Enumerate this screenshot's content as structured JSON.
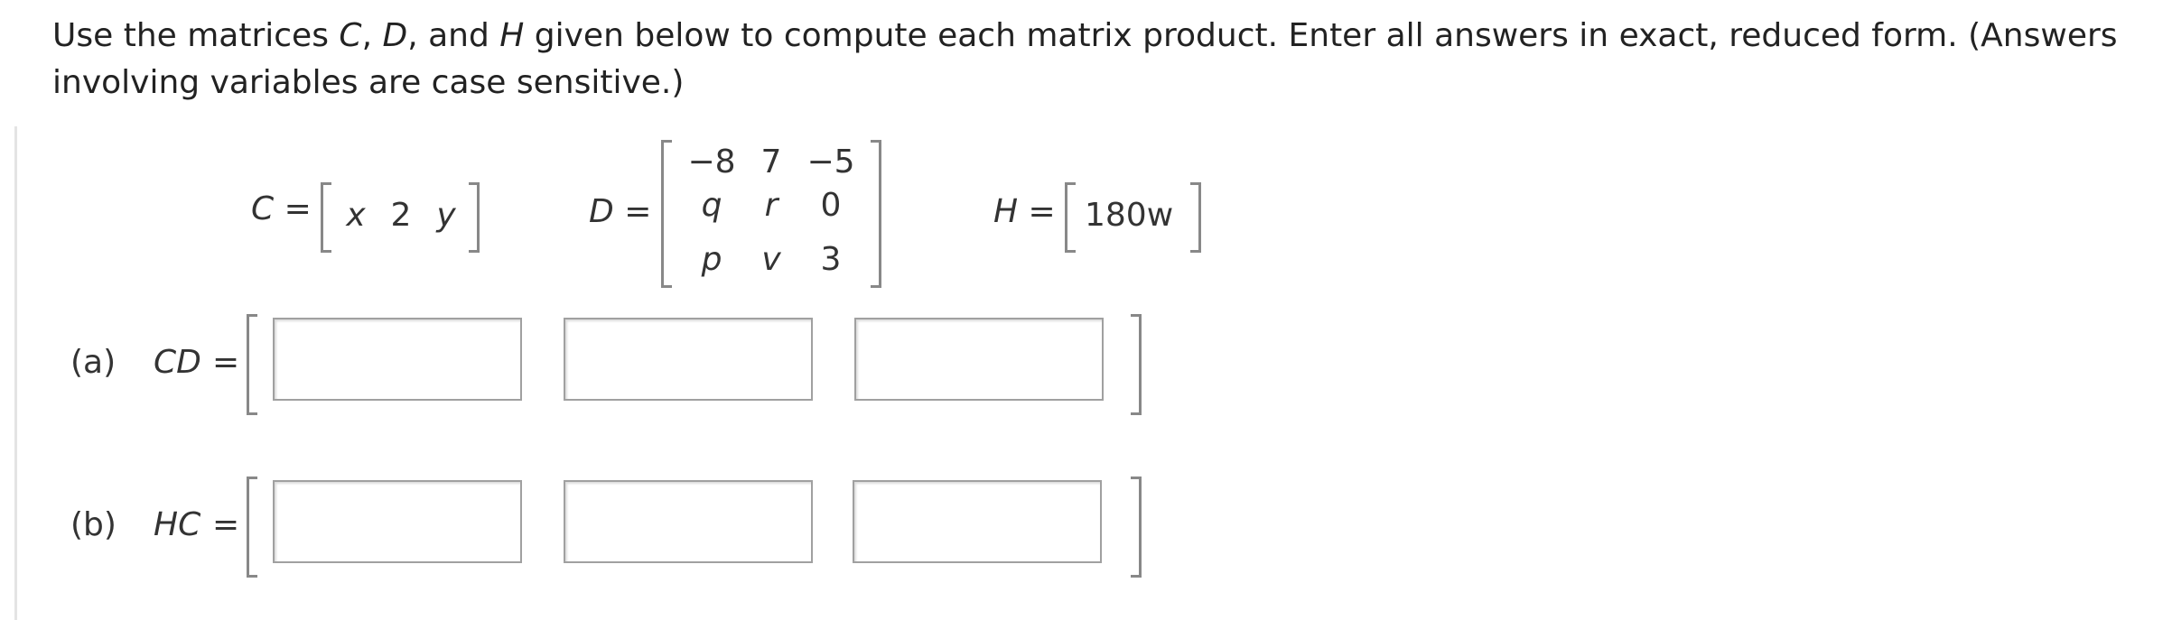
{
  "instructions": {
    "line1_a": "Use the matrices ",
    "var_c": "C",
    "sep1": ", ",
    "var_d": "D",
    "sep2": ", and ",
    "var_h": "H",
    "line1_b": " given below to compute each matrix product. Enter all answers in exact, reduced form. (Answers",
    "line2": "involving variables are case sensitive.)"
  },
  "matrices": {
    "C": {
      "label": "C",
      "equals": "=",
      "cells": [
        "x",
        "2",
        "y"
      ]
    },
    "D": {
      "label": "D",
      "equals": "=",
      "rows": [
        [
          "−8",
          "7",
          "−5"
        ],
        [
          "q",
          "r",
          "0"
        ],
        [
          "p",
          "v",
          "3"
        ]
      ]
    },
    "H": {
      "label": "H",
      "equals": "=",
      "cells": [
        "180w"
      ]
    }
  },
  "parts": [
    {
      "letter": "(a)",
      "expr": "CD",
      "equals": "=",
      "answers": [
        "",
        "",
        ""
      ]
    },
    {
      "letter": "(b)",
      "expr": "HC",
      "equals": "=",
      "answers": [
        "",
        "",
        ""
      ]
    }
  ]
}
